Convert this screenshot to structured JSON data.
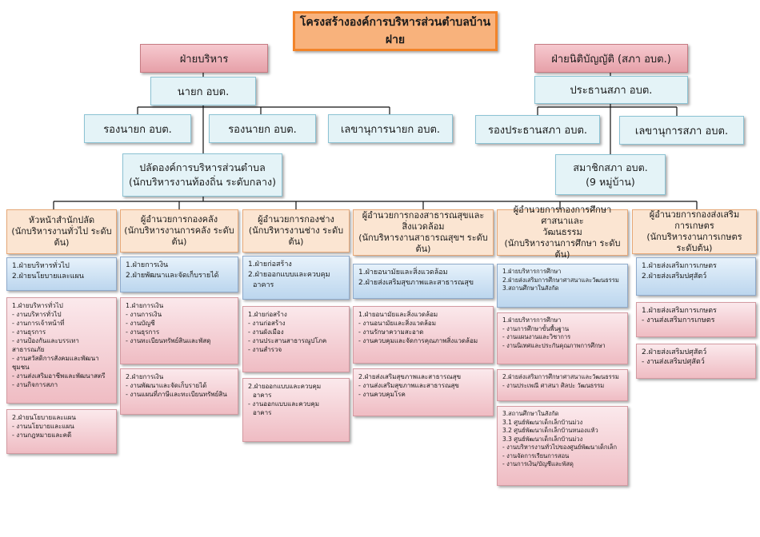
{
  "title": "โครงสร้างองค์การบริหารส่วนตำบลบ้านฝาย",
  "executive": {
    "label": "ฝ่ายบริหาร",
    "mayor": "นายก อบต.",
    "deputy1": "รองนายก อบต.",
    "deputy2": "รองนายก อบต.",
    "secretary": "เลขานุการนายก อบต.",
    "palad_line1": "ปลัดองค์การบริหารส่วนตำบล",
    "palad_line2": "(นักบริหารงานท้องถิ่น ระดับกลาง)"
  },
  "legislative": {
    "label": "ฝ่ายนิติบัญญัติ (สภา อบต.)",
    "president": "ประธานสภา อบต.",
    "vice": "รองประธานสภา อบต.",
    "secretary": "เลขานุการสภา อบต.",
    "members_line1": "สมาชิกสภา อบต.",
    "members_line2": "(9 หมู่บ้าน)"
  },
  "departments": [
    {
      "head": [
        "หัวหน้าสำนักปลัด",
        "(นักบริหารงานทั่วไป ระดับต้น)"
      ],
      "summary": [
        "1.ฝ่ายบริหารทั่วไป",
        "2.ฝ่ายนโยบายและแผน"
      ],
      "details": [
        {
          "lines": [
            "1.ฝ่ายบริหารทั่วไป",
            "- งานบริหารทั่วไป",
            "- งานการเจ้าหน้าที่",
            "- งานธุรการ",
            "- งานป้องกันและบรรเทาสาธารณภัย",
            "- งานสวัสดิการสังคมและพัฒนาชุมชน",
            "- งานส่งเสริมอาชีพและพัฒนาสตรี",
            "- งานกิจการสภา"
          ]
        },
        {
          "lines": [
            "2.ฝ่ายนโยบายและแผน",
            "- งานนโยบายและแผน",
            "- งานกฎหมายและคดี"
          ]
        }
      ]
    },
    {
      "head": [
        "ผู้อำนวยการกองคลัง",
        "(นักบริหารงานการคลัง ระดับต้น)"
      ],
      "summary": [
        "1.ฝ่ายการเงิน",
        "2.ฝ่ายพัฒนาและจัดเก็บรายได้"
      ],
      "details": [
        {
          "lines": [
            "1.ฝ่ายการเงิน",
            "- งานการเงิน",
            "- งานบัญชี",
            "- งานธุรการ",
            "- งานทะเบียนทรัพย์สินและพัสดุ"
          ]
        },
        {
          "lines": [
            "2.ฝ่ายการเงิน",
            "- งานพัฒนาและจัดเก็บรายได้",
            "- งานแผนที่ภาษีและทะเบียนทรัพย์สิน"
          ]
        }
      ]
    },
    {
      "head": [
        "ผู้อำนวยการกองช่าง",
        "(นักบริหารงานช่าง ระดับต้น)"
      ],
      "summary": [
        "1.ฝ่ายก่อสร้าง",
        "2.ฝ่ายออกแบบและควบคุม",
        "อาคาร"
      ],
      "details": [
        {
          "lines": [
            "1.ฝ่ายก่อสร้าง",
            "- งานก่อสร้าง",
            "- งานผังเมือง",
            "- งานประสานสาธารณูปโภค",
            "- งานสำรวจ"
          ]
        },
        {
          "lines": [
            "2.ฝ่ายออกแบบและควบคุม",
            "อาคาร",
            "- งานออกแบบและควบคุม",
            "อาคาร"
          ]
        }
      ]
    },
    {
      "head": [
        "ผู้อำนวยการกองสาธารณสุขและ",
        "สิ่งแวดล้อม",
        "(นักบริหารงานสาธารณสุขฯ ระดับต้น)"
      ],
      "summary": [
        "1.ฝ่ายอนามัยและสิ่งแวดล้อม",
        "2.ฝ่ายส่งเสริมสุขภาพและสาธารณสุข"
      ],
      "details": [
        {
          "lines": [
            "1.ฝ่ายอนามัยและสิ่งแวดล้อม",
            "- งานอนามัยและสิ่งแวดล้อม",
            "- งานรักษาความสะอาด",
            "- งานควบคุมและจัดการคุณภาพสิ่งแวดล้อม"
          ]
        },
        {
          "lines": [
            "2.ฝ่ายส่งเสริมสุขภาพและสาธารณสุข",
            "- งานส่งเสริมสุขภาพและสาธารณสุข",
            "- งานควบคุมโรค"
          ]
        }
      ]
    },
    {
      "head": [
        "ผู้อำนวยการกองการศึกษา ศาสนาและ",
        "วัฒนธรรม",
        "(นักบริหารงานการศึกษา ระดับต้น)"
      ],
      "summary": [
        "1.ฝ่ายบริหารการศึกษา",
        "2.ฝ่ายส่งเสริมการศึกษาศาสนาและวัฒนธรรม",
        "3.สถานศึกษาในสังกัด"
      ],
      "details": [
        {
          "lines": [
            "1.ฝ่ายบริหารการศึกษา",
            "- งานการศึกษาขั้นพื้นฐาน",
            "- งานแผนงานและวิชาการ",
            "- งานนิเทศและประกันคุณภาพการศึกษา"
          ]
        },
        {
          "lines": [
            "2.ฝ่ายส่งเสริมการศึกษาศาสนาและวัฒนธรรม",
            "- งานประเพณี ศาสนา ศิลปะ วัฒนธรรม"
          ]
        },
        {
          "lines": [
            "3.สถานศึกษาในสังกัด",
            "3.1 ศูนย์พัฒนาเด็กเล็กบ้านม่วง",
            "3.2 ศูนย์พัฒนาเด็กเล็กบ้านหนองแห้ว",
            "3.3 ศูนย์พัฒนาเด็กเล็กบ้านม่วง",
            "- งานบริหารงานทั่วไปของศูนย์พัฒนาเด็กเล็ก",
            "- งานจัดการเรียนการสอน",
            "- งานการเงิน/บัญชีและพัสดุ"
          ]
        }
      ]
    },
    {
      "head": [
        "ผู้อำนวยการกองส่งเสริมการเกษตร",
        "(นักบริหารงานการเกษตร ระดับต้น)"
      ],
      "summary": [
        "1.ฝ่ายส่งเสริมการเกษตร",
        "2.ฝ่ายส่งเสริมปศุสัตว์"
      ],
      "details": [
        {
          "lines": [
            "1.ฝ่ายส่งเสริมการเกษตร",
            "- งานส่งเสริมการเกษตร"
          ]
        },
        {
          "lines": [
            "2.ฝ่ายส่งเสริมปศุสัตว์",
            "- งานส่งเสริมปศุสัตว์"
          ]
        }
      ]
    }
  ]
}
